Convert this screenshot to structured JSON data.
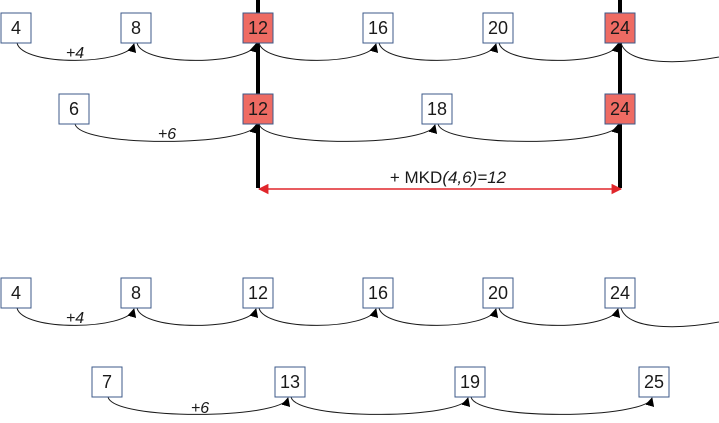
{
  "colors": {
    "box_border": "#3c5a8a",
    "highlight_fill": "#ee6b63",
    "arc": "#1a1a1a",
    "marker": "#000000",
    "span_arrow": "#e0262b",
    "text": "#1a1a1a"
  },
  "top": {
    "row_a": {
      "step_label": "+4",
      "numbers": [
        "4",
        "8",
        "12",
        "16",
        "20",
        "24"
      ],
      "highlighted": [
        "12",
        "24"
      ]
    },
    "row_b": {
      "step_label": "+6",
      "numbers": [
        "6",
        "12",
        "18",
        "24"
      ],
      "highlighted": [
        "12",
        "24"
      ]
    },
    "span_label": {
      "prefix": "+ MKD",
      "args": "(4,6)=12"
    }
  },
  "bottom": {
    "row_a": {
      "step_label": "+4",
      "numbers": [
        "4",
        "8",
        "12",
        "16",
        "20",
        "24"
      ]
    },
    "row_b": {
      "step_label": "+6",
      "numbers": [
        "7",
        "13",
        "19",
        "25"
      ]
    }
  }
}
